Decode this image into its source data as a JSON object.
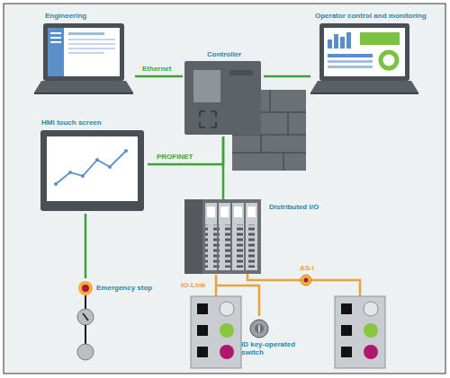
{
  "diagram": {
    "nodes": [
      {
        "text": [
          "Engineering"
        ]
      },
      {
        "text": [
          "Controller"
        ]
      },
      {
        "text": [
          "Operator control and monitoring"
        ]
      },
      {
        "text": [
          "HMI touch screen"
        ]
      },
      {
        "text": [
          "Distributed I/O"
        ]
      },
      {
        "text": [
          "Emergency stop"
        ]
      },
      {
        "text": [
          "ID key-operated switch"
        ]
      }
    ],
    "edges": [
      {
        "from": 0,
        "to": 1,
        "arrow": "none",
        "label": "Ethernet"
      },
      {
        "from": 1,
        "to": 2,
        "arrow": "none"
      },
      {
        "from": 3,
        "to": 1,
        "arrow": "none",
        "label": "PROFINET"
      },
      {
        "from": 1,
        "to": 4,
        "arrow": "none"
      },
      {
        "from": 3,
        "to": 5,
        "arrow": "none"
      },
      {
        "from": 4,
        "to": 6,
        "arrow": "none",
        "label": "IO-Link"
      }
    ],
    "labels": [
      "AS-i"
    ]
  }
}
